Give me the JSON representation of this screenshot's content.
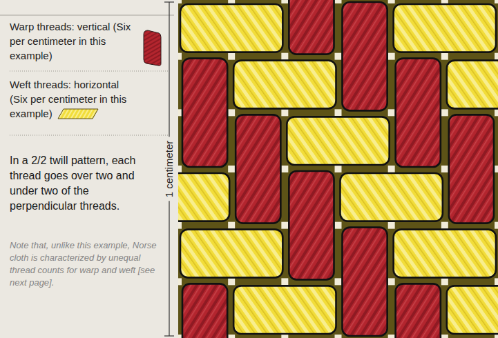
{
  "diagram": {
    "legend": [
      {
        "text": "Warp threads: vertical (Six per centimeter in this example)"
      },
      {
        "text": "Weft threads: horizontal (Six per centimeter in this example)"
      }
    ],
    "labels": [
      "In a 2/2 twill pattern, each thread goes over two and under two of the perpendicular threads.",
      "Note that, unlike this example, Norse cloth is characterized by unequal thread counts for warp and weft [see next page].",
      "1 centimeter"
    ]
  }
}
